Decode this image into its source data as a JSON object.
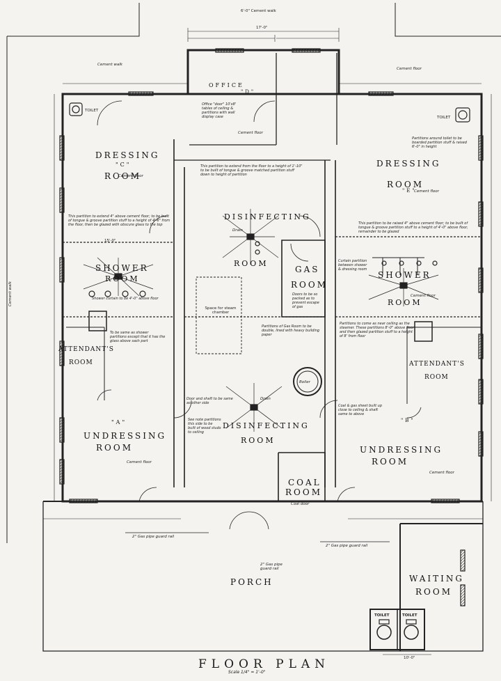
{
  "title": "FLOOR PLAN",
  "scale": "Scale 1/4\" = 1'-0\"",
  "rooms": {
    "office": "OFFICE",
    "office_letter": "\"D\"",
    "dressing_c_1": "DRESSING",
    "dressing_c_letter": "\"C\"",
    "dressing_c_2": "ROOM",
    "dressing_e_1": "DRESSING",
    "dressing_e_2": "ROOM",
    "dressing_e_letter": "\"E\"",
    "disinfecting_top_1": "DISINFECTING",
    "disinfecting_top_2": "ROOM",
    "gas_1": "GAS",
    "gas_2": "ROOM",
    "shower_left_1": "SHOWER",
    "shower_left_2": "ROOM",
    "shower_right_1": "SHOWER",
    "shower_right_2": "ROOM",
    "attendant_left_1": "ATTENDANT'S",
    "attendant_left_2": "ROOM",
    "attendant_right_1": "ATTENDANT'S",
    "attendant_right_2": "ROOM",
    "undressing_a_letter": "\"A\"",
    "undressing_a_1": "UNDRESSING",
    "undressing_a_2": "ROOM",
    "undressing_b_letter": "\"B\"",
    "undressing_b_1": "UNDRESSING",
    "undressing_b_2": "ROOM",
    "disinfecting_bottom_1": "DISINFECTING",
    "disinfecting_bottom_2": "ROOM",
    "coal_1": "COAL",
    "coal_2": "ROOM",
    "porch": "PORCH",
    "waiting_1": "WAITING",
    "waiting_2": "ROOM",
    "toilet_1": "TOILET",
    "toilet_2": "TOILET"
  },
  "small": {
    "cement_walk_top": "6'-0\" Cement walk",
    "cement_walk_left": "Cement walk",
    "cement_floor_right": "Cement floor",
    "cement_walk_side": "Cement walk",
    "toilet_left": "TOILET",
    "toilet_right": "TOILET",
    "boiler": "Boiler",
    "space_steam": "Space for steam chamber",
    "coal_door": "Coal door",
    "gas_pipe_left": "2\" Gas pipe guard rail",
    "gas_pipe_mid": "2\" Gas pipe guard rail",
    "gas_pipe_right": "2\" Gas pipe guard rail",
    "dim_17": "17'-0\"",
    "dim_15": "15'-0\"",
    "dim_10": "10'-0\"",
    "cement_floor_c": "Cement floor",
    "cement_floor_e": "Cement floor",
    "cement_floor_a": "Cement floor",
    "cement_floor_b": "Cement floor",
    "cement_floor_office": "Cement floor",
    "cement_floor_shower": "Cement floor",
    "drain_1": "Drain",
    "drain_2": "Drain"
  },
  "notes": {
    "office": "Office \"door\" 10'x8' tables of ceiling & partitions with wall display case",
    "disinfect_partition": "This partition to extend from the floor to a height of 1'-10\" to be built of tongue & groove matched partition stuff down to height of partition",
    "left_partition": "This partition to extend 4\" above cement floor; to be built of tongue & groove partition stuff to a height of 4'-6\" from the floor, then be glazed with obscure glass to the top",
    "right_partition": "This partition to be raised 4\" above cement floor; to be built of tongue & groove partition stuff to a height of 4'-0\" above floor, remainder to be glazed",
    "gas_room": "Doors to be so packed as to prevent escape of gas",
    "gas_partition": "Partitions of Gas Room to be double, lined with heavy building paper",
    "right_attendant": "Partitions to come as near ceiling as the steamer. These partitions 8'-0\" above floor and then glazed partition stuff to a height of 8' from floor",
    "door_shaft": "Door and shaft to be same as other side",
    "coal_note": "Coal & gas sheet built up close to ceiling & shaft same to above",
    "shower_left": "Shower curtain to be 4'-0\" above floor",
    "partition_left": "To be same as shower partitions except that it has the glass above sash part",
    "posts_note": "See note partitions this side to be built of wood studs to ceiling",
    "dressing_e_note": "Partitions around toilet to be boarded partition stuff & raised 6'-0\" in height",
    "shower_right": "Curtain partition between shower & dressing room"
  }
}
